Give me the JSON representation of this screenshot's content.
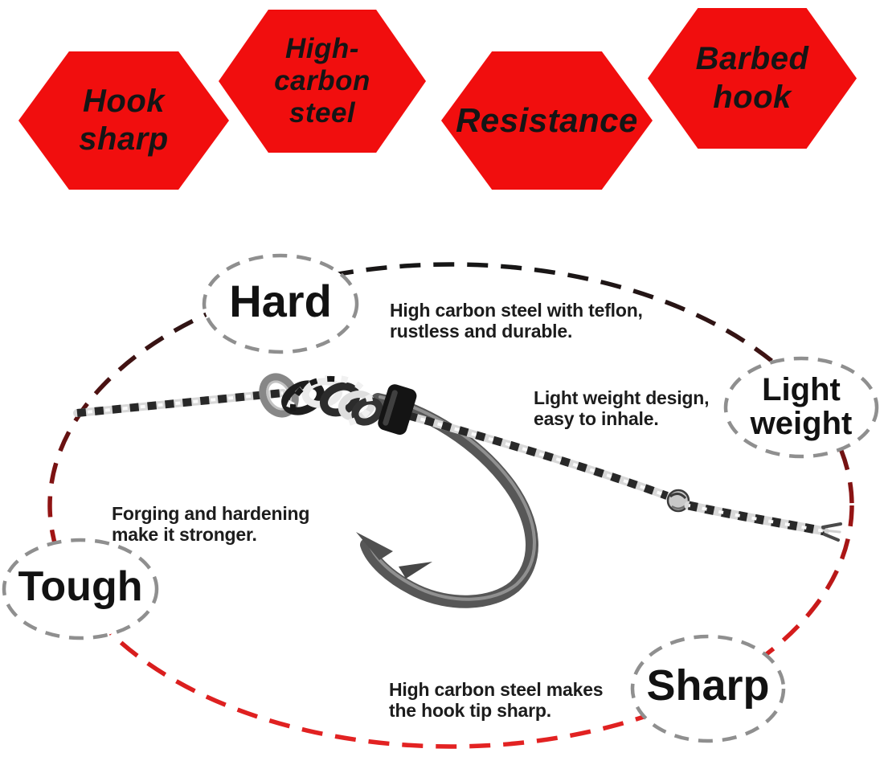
{
  "hexagons": [
    {
      "name": "hook-sharp",
      "lines": [
        "Hook",
        "sharp"
      ]
    },
    {
      "name": "high-carbon-steel",
      "lines": [
        "High-",
        "carbon",
        "steel"
      ]
    },
    {
      "name": "resistance",
      "lines": [
        "Resistance"
      ]
    },
    {
      "name": "barbed-hook",
      "lines": [
        "Barbed",
        "hook"
      ]
    }
  ],
  "callouts": [
    {
      "name": "hard",
      "label_lines": [
        "Hard"
      ],
      "note_lines": [
        "High carbon steel with teflon,",
        "rustless and durable."
      ]
    },
    {
      "name": "light-weight",
      "label_lines": [
        "Light",
        "weight"
      ],
      "note_lines": [
        "Light weight design,",
        "easy to inhale."
      ]
    },
    {
      "name": "tough",
      "label_lines": [
        "Tough"
      ],
      "note_lines": [
        "Forging and hardening",
        "make it stronger."
      ]
    },
    {
      "name": "sharp",
      "label_lines": [
        "Sharp"
      ],
      "note_lines": [
        "High carbon steel makes",
        "the hook tip sharp."
      ]
    }
  ],
  "colors": {
    "hexagon_red": "#f10e0e",
    "text_black": "#151515",
    "callout_ellipse_gray": "#8f8f8f",
    "outer_ellipse_top": "#161616",
    "outer_ellipse_mid": "#9e1414",
    "outer_ellipse_bottom": "#e32222",
    "hook_metal": "#575757",
    "sleeve_black": "#141414"
  }
}
